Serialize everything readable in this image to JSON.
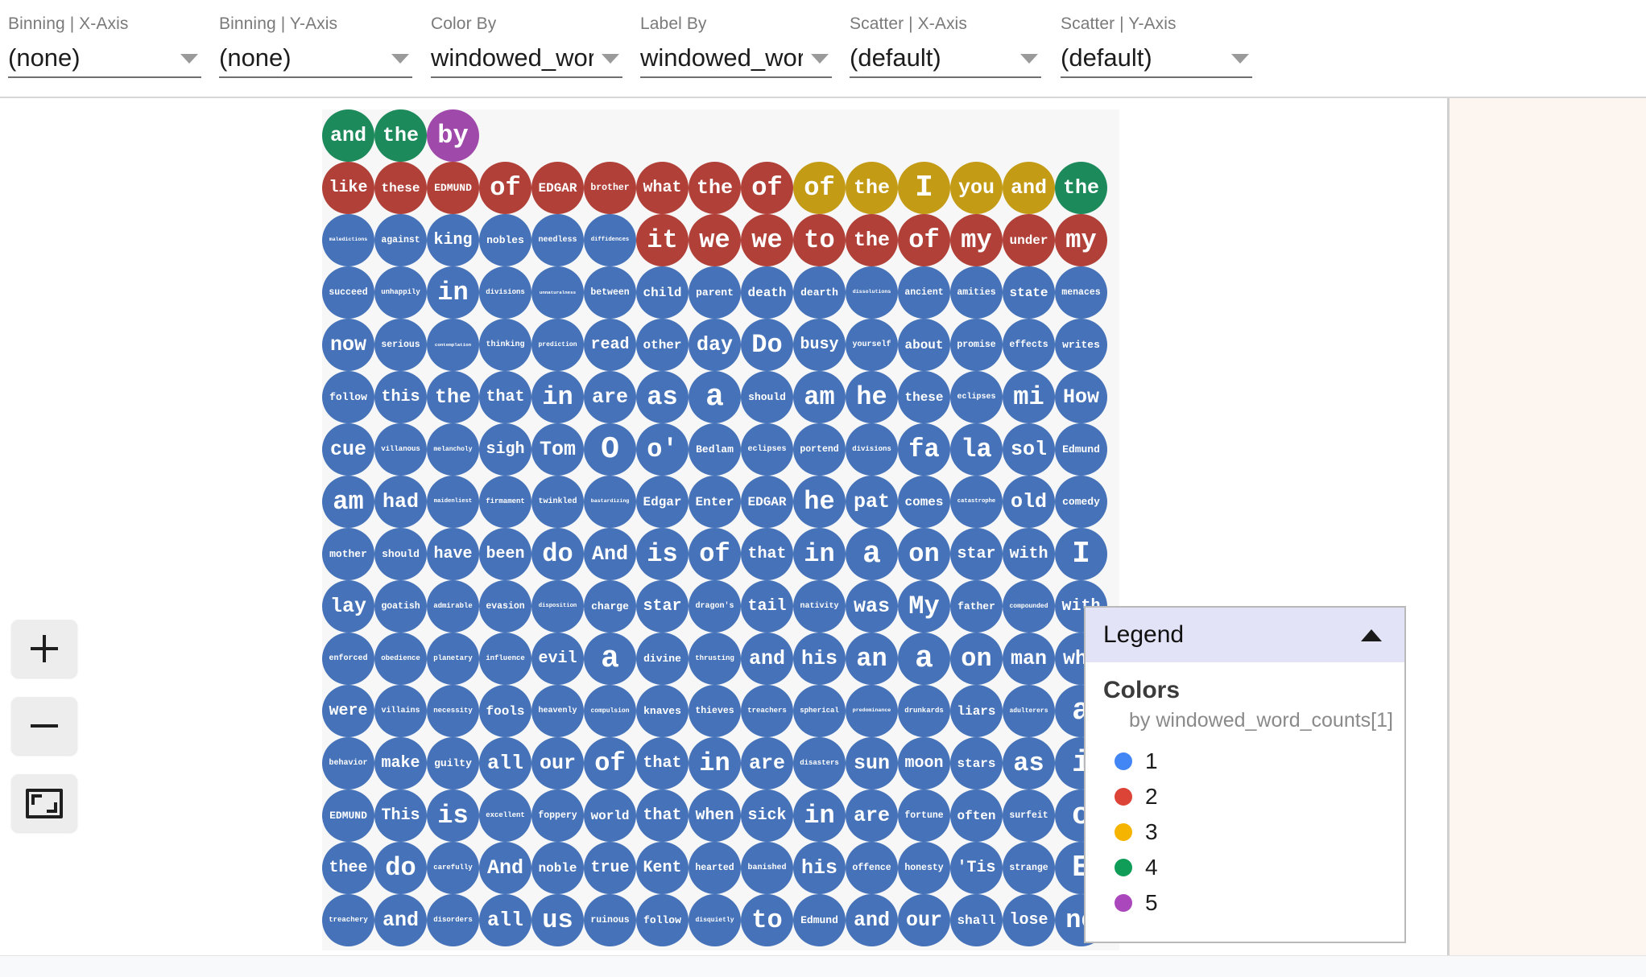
{
  "toolbar": {
    "controls": [
      {
        "label": "Binning | X-Axis",
        "value": "(none)",
        "name": "binning-x-axis"
      },
      {
        "label": "Binning | Y-Axis",
        "value": "(none)",
        "name": "binning-y-axis"
      },
      {
        "label": "Color By",
        "value": "windowed_word_c",
        "name": "color-by"
      },
      {
        "label": "Label By",
        "value": "windowed_word_c",
        "name": "label-by"
      },
      {
        "label": "Scatter | X-Axis",
        "value": "(default)",
        "name": "scatter-x-axis"
      },
      {
        "label": "Scatter | Y-Axis",
        "value": "(default)",
        "name": "scatter-y-axis"
      }
    ]
  },
  "zoom_controls": {
    "zoom_in": "+",
    "zoom_out": "−",
    "fit": "fit-to-screen"
  },
  "legend": {
    "title": "Legend",
    "collapse_state": "expanded",
    "section_title": "Colors",
    "subtitle": "by windowed_word_counts[1]",
    "items": [
      {
        "label": "1",
        "color": "#4285F4"
      },
      {
        "label": "2",
        "color": "#DB4437"
      },
      {
        "label": "3",
        "color": "#F4B400"
      },
      {
        "label": "4",
        "color": "#0F9D58"
      },
      {
        "label": "5",
        "color": "#AB47BC"
      }
    ]
  },
  "palette": {
    "c1": "#4572b8",
    "c2": "#b04038",
    "c3": "#c39b15",
    "c4": "#1d8a5c",
    "c5": "#9f4aab",
    "plot_background": "#f7f7f7",
    "right_panel_background": "#fdf5ef"
  },
  "chart_data": {
    "type": "scatter",
    "title": "",
    "xlabel": "",
    "ylabel": "",
    "color_field": "windowed_word_counts[1]",
    "label_field": "windowed_word_counts[1]",
    "grid": false,
    "legend_position": "bottom-right",
    "columns": 15,
    "rows": [
      [
        {
          "t": "and",
          "c": 4
        },
        {
          "t": "the",
          "c": 4
        },
        {
          "t": "by",
          "c": 5
        },
        {
          "t": "",
          "c": 0
        },
        {
          "t": "",
          "c": 0
        },
        {
          "t": "",
          "c": 0
        },
        {
          "t": "",
          "c": 0
        },
        {
          "t": "",
          "c": 0
        },
        {
          "t": "",
          "c": 0
        },
        {
          "t": "",
          "c": 0
        },
        {
          "t": "",
          "c": 0
        },
        {
          "t": "",
          "c": 0
        },
        {
          "t": "",
          "c": 0
        },
        {
          "t": "",
          "c": 0
        },
        {
          "t": "",
          "c": 0
        }
      ],
      [
        {
          "t": "like",
          "c": 2
        },
        {
          "t": "these",
          "c": 2
        },
        {
          "t": "EDMUND",
          "c": 2
        },
        {
          "t": "of",
          "c": 2
        },
        {
          "t": "EDGAR",
          "c": 2
        },
        {
          "t": "brother",
          "c": 2
        },
        {
          "t": "what",
          "c": 2
        },
        {
          "t": "the",
          "c": 2
        },
        {
          "t": "of",
          "c": 2
        },
        {
          "t": "of",
          "c": 3
        },
        {
          "t": "the",
          "c": 3
        },
        {
          "t": "I",
          "c": 3
        },
        {
          "t": "you",
          "c": 3
        },
        {
          "t": "and",
          "c": 3
        },
        {
          "t": "the",
          "c": 4
        }
      ],
      [
        {
          "t": "maledictions",
          "c": 1
        },
        {
          "t": "against",
          "c": 1
        },
        {
          "t": "king",
          "c": 1
        },
        {
          "t": "nobles",
          "c": 1
        },
        {
          "t": "needless",
          "c": 1
        },
        {
          "t": "diffidences",
          "c": 1
        },
        {
          "t": "it",
          "c": 2
        },
        {
          "t": "we",
          "c": 2
        },
        {
          "t": "we",
          "c": 2
        },
        {
          "t": "to",
          "c": 2
        },
        {
          "t": "the",
          "c": 2
        },
        {
          "t": "of",
          "c": 2
        },
        {
          "t": "my",
          "c": 2
        },
        {
          "t": "under",
          "c": 2
        },
        {
          "t": "my",
          "c": 2
        }
      ],
      [
        {
          "t": "succeed",
          "c": 1
        },
        {
          "t": "unhappily",
          "c": 1
        },
        {
          "t": "in",
          "c": 1
        },
        {
          "t": "divisions",
          "c": 1
        },
        {
          "t": "unnaturalness",
          "c": 1
        },
        {
          "t": "between",
          "c": 1
        },
        {
          "t": "child",
          "c": 1
        },
        {
          "t": "parent",
          "c": 1
        },
        {
          "t": "death",
          "c": 1
        },
        {
          "t": "dearth",
          "c": 1
        },
        {
          "t": "dissolutions",
          "c": 1
        },
        {
          "t": "ancient",
          "c": 1
        },
        {
          "t": "amities",
          "c": 1
        },
        {
          "t": "state",
          "c": 1
        },
        {
          "t": "menaces",
          "c": 1
        }
      ],
      [
        {
          "t": "now",
          "c": 1
        },
        {
          "t": "serious",
          "c": 1
        },
        {
          "t": "contemplation",
          "c": 1
        },
        {
          "t": "thinking",
          "c": 1
        },
        {
          "t": "prediction",
          "c": 1
        },
        {
          "t": "read",
          "c": 1
        },
        {
          "t": "other",
          "c": 1
        },
        {
          "t": "day",
          "c": 1
        },
        {
          "t": "Do",
          "c": 1
        },
        {
          "t": "busy",
          "c": 1
        },
        {
          "t": "yourself",
          "c": 1
        },
        {
          "t": "about",
          "c": 1
        },
        {
          "t": "promise",
          "c": 1
        },
        {
          "t": "effects",
          "c": 1
        },
        {
          "t": "writes",
          "c": 1
        }
      ],
      [
        {
          "t": "follow",
          "c": 1
        },
        {
          "t": "this",
          "c": 1
        },
        {
          "t": "the",
          "c": 1
        },
        {
          "t": "that",
          "c": 1
        },
        {
          "t": "in",
          "c": 1
        },
        {
          "t": "are",
          "c": 1
        },
        {
          "t": "as",
          "c": 1
        },
        {
          "t": "a",
          "c": 1
        },
        {
          "t": "should",
          "c": 1
        },
        {
          "t": "am",
          "c": 1
        },
        {
          "t": "he",
          "c": 1
        },
        {
          "t": "these",
          "c": 1
        },
        {
          "t": "eclipses",
          "c": 1
        },
        {
          "t": "mi",
          "c": 1
        },
        {
          "t": "How",
          "c": 1
        }
      ],
      [
        {
          "t": "cue",
          "c": 1
        },
        {
          "t": "villanous",
          "c": 1
        },
        {
          "t": "melancholy",
          "c": 1
        },
        {
          "t": "sigh",
          "c": 1
        },
        {
          "t": "Tom",
          "c": 1
        },
        {
          "t": "O",
          "c": 1
        },
        {
          "t": "o'",
          "c": 1
        },
        {
          "t": "Bedlam",
          "c": 1
        },
        {
          "t": "eclipses",
          "c": 1
        },
        {
          "t": "portend",
          "c": 1
        },
        {
          "t": "divisions",
          "c": 1
        },
        {
          "t": "fa",
          "c": 1
        },
        {
          "t": "la",
          "c": 1
        },
        {
          "t": "sol",
          "c": 1
        },
        {
          "t": "Edmund",
          "c": 1
        }
      ],
      [
        {
          "t": "am",
          "c": 1
        },
        {
          "t": "had",
          "c": 1
        },
        {
          "t": "maidenliest",
          "c": 1
        },
        {
          "t": "firmament",
          "c": 1
        },
        {
          "t": "twinkled",
          "c": 1
        },
        {
          "t": "bastardizing",
          "c": 1
        },
        {
          "t": "Edgar",
          "c": 1
        },
        {
          "t": "Enter",
          "c": 1
        },
        {
          "t": "EDGAR",
          "c": 1
        },
        {
          "t": "he",
          "c": 1
        },
        {
          "t": "pat",
          "c": 1
        },
        {
          "t": "comes",
          "c": 1
        },
        {
          "t": "catastrophe",
          "c": 1
        },
        {
          "t": "old",
          "c": 1
        },
        {
          "t": "comedy",
          "c": 1
        }
      ],
      [
        {
          "t": "mother",
          "c": 1
        },
        {
          "t": "should",
          "c": 1
        },
        {
          "t": "have",
          "c": 1
        },
        {
          "t": "been",
          "c": 1
        },
        {
          "t": "do",
          "c": 1
        },
        {
          "t": "And",
          "c": 1
        },
        {
          "t": "is",
          "c": 1
        },
        {
          "t": "of",
          "c": 1
        },
        {
          "t": "that",
          "c": 1
        },
        {
          "t": "in",
          "c": 1
        },
        {
          "t": "a",
          "c": 1
        },
        {
          "t": "on",
          "c": 1
        },
        {
          "t": "star",
          "c": 1
        },
        {
          "t": "with",
          "c": 1
        },
        {
          "t": "I",
          "c": 1
        }
      ],
      [
        {
          "t": "lay",
          "c": 1
        },
        {
          "t": "goatish",
          "c": 1
        },
        {
          "t": "admirable",
          "c": 1
        },
        {
          "t": "evasion",
          "c": 1
        },
        {
          "t": "disposition",
          "c": 1
        },
        {
          "t": "charge",
          "c": 1
        },
        {
          "t": "star",
          "c": 1
        },
        {
          "t": "dragon's",
          "c": 1
        },
        {
          "t": "tail",
          "c": 1
        },
        {
          "t": "nativity",
          "c": 1
        },
        {
          "t": "was",
          "c": 1
        },
        {
          "t": "My",
          "c": 1
        },
        {
          "t": "father",
          "c": 1
        },
        {
          "t": "compounded",
          "c": 1
        },
        {
          "t": "with",
          "c": 1
        }
      ],
      [
        {
          "t": "enforced",
          "c": 1
        },
        {
          "t": "obedience",
          "c": 1
        },
        {
          "t": "planetary",
          "c": 1
        },
        {
          "t": "influence",
          "c": 1
        },
        {
          "t": "evil",
          "c": 1
        },
        {
          "t": "a",
          "c": 1
        },
        {
          "t": "divine",
          "c": 1
        },
        {
          "t": "thrusting",
          "c": 1
        },
        {
          "t": "and",
          "c": 1
        },
        {
          "t": "his",
          "c": 1
        },
        {
          "t": "an",
          "c": 1
        },
        {
          "t": "a",
          "c": 1
        },
        {
          "t": "on",
          "c": 1
        },
        {
          "t": "man",
          "c": 1
        },
        {
          "t": "who",
          "c": 1
        }
      ],
      [
        {
          "t": "were",
          "c": 1
        },
        {
          "t": "villains",
          "c": 1
        },
        {
          "t": "necessity",
          "c": 1
        },
        {
          "t": "fools",
          "c": 1
        },
        {
          "t": "heavenly",
          "c": 1
        },
        {
          "t": "compulsion",
          "c": 1
        },
        {
          "t": "knaves",
          "c": 1
        },
        {
          "t": "thieves",
          "c": 1
        },
        {
          "t": "treachers",
          "c": 1
        },
        {
          "t": "spherical",
          "c": 1
        },
        {
          "t": "predominance",
          "c": 1
        },
        {
          "t": "drunkards",
          "c": 1
        },
        {
          "t": "liars",
          "c": 1
        },
        {
          "t": "adulterers",
          "c": 1
        },
        {
          "t": "a",
          "c": 1
        }
      ],
      [
        {
          "t": "behavior",
          "c": 1
        },
        {
          "t": "make",
          "c": 1
        },
        {
          "t": "guilty",
          "c": 1
        },
        {
          "t": "all",
          "c": 1
        },
        {
          "t": "our",
          "c": 1
        },
        {
          "t": "of",
          "c": 1
        },
        {
          "t": "that",
          "c": 1
        },
        {
          "t": "in",
          "c": 1
        },
        {
          "t": "are",
          "c": 1
        },
        {
          "t": "disasters",
          "c": 1
        },
        {
          "t": "sun",
          "c": 1
        },
        {
          "t": "moon",
          "c": 1
        },
        {
          "t": "stars",
          "c": 1
        },
        {
          "t": "as",
          "c": 1
        },
        {
          "t": "i",
          "c": 1
        }
      ],
      [
        {
          "t": "EDMUND",
          "c": 1
        },
        {
          "t": "This",
          "c": 1
        },
        {
          "t": "is",
          "c": 1
        },
        {
          "t": "excellent",
          "c": 1
        },
        {
          "t": "foppery",
          "c": 1
        },
        {
          "t": "world",
          "c": 1
        },
        {
          "t": "that",
          "c": 1
        },
        {
          "t": "when",
          "c": 1
        },
        {
          "t": "sick",
          "c": 1
        },
        {
          "t": "in",
          "c": 1
        },
        {
          "t": "are",
          "c": 1
        },
        {
          "t": "fortune",
          "c": 1
        },
        {
          "t": "often",
          "c": 1
        },
        {
          "t": "surfeit",
          "c": 1
        },
        {
          "t": "o",
          "c": 1
        }
      ],
      [
        {
          "t": "thee",
          "c": 1
        },
        {
          "t": "do",
          "c": 1
        },
        {
          "t": "carefully",
          "c": 1
        },
        {
          "t": "And",
          "c": 1
        },
        {
          "t": "noble",
          "c": 1
        },
        {
          "t": "true",
          "c": 1
        },
        {
          "t": "Kent",
          "c": 1
        },
        {
          "t": "hearted",
          "c": 1
        },
        {
          "t": "banished",
          "c": 1
        },
        {
          "t": "his",
          "c": 1
        },
        {
          "t": "offence",
          "c": 1
        },
        {
          "t": "honesty",
          "c": 1
        },
        {
          "t": "'Tis",
          "c": 1
        },
        {
          "t": "strange",
          "c": 1
        },
        {
          "t": "E",
          "c": 1
        }
      ],
      [
        {
          "t": "treachery",
          "c": 1
        },
        {
          "t": "and",
          "c": 1
        },
        {
          "t": "disorders",
          "c": 1
        },
        {
          "t": "all",
          "c": 1
        },
        {
          "t": "us",
          "c": 1
        },
        {
          "t": "ruinous",
          "c": 1
        },
        {
          "t": "follow",
          "c": 1
        },
        {
          "t": "disquietly",
          "c": 1
        },
        {
          "t": "to",
          "c": 1
        },
        {
          "t": "Edmund",
          "c": 1
        },
        {
          "t": "and",
          "c": 1
        },
        {
          "t": "our",
          "c": 1
        },
        {
          "t": "shall",
          "c": 1
        },
        {
          "t": "lose",
          "c": 1
        },
        {
          "t": "no",
          "c": 1
        }
      ]
    ]
  }
}
